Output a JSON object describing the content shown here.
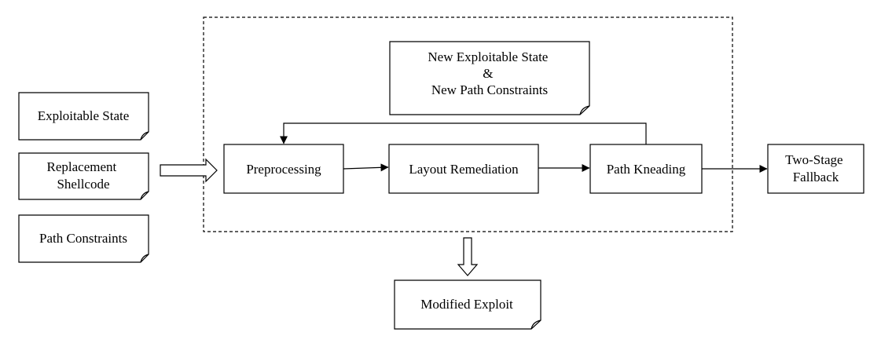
{
  "inputs": {
    "exploitable_state": "Exploitable State",
    "replacement_shellcode": [
      "Replacement",
      "Shellcode"
    ],
    "path_constraints": "Path Constraints"
  },
  "new_state_note": [
    "New Exploitable State",
    "&",
    "New Path Constraints"
  ],
  "process": {
    "preprocessing": "Preprocessing",
    "layout_remediation": "Layout Remediation",
    "path_kneading": "Path Kneading"
  },
  "fallback": [
    "Two-Stage",
    "Fallback"
  ],
  "output": "Modified Exploit"
}
